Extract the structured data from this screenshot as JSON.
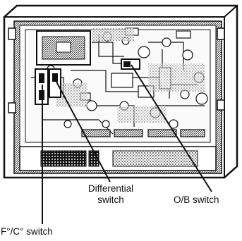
{
  "callouts": {
    "differential_switch": {
      "line1": "Differential",
      "line2": "switch"
    },
    "ob_switch": "O/B switch",
    "fc_switch": "F°/C° switch"
  },
  "colors": {
    "ink": "#111111",
    "paper": "#ffffff",
    "shade": "#8a8a8a"
  }
}
